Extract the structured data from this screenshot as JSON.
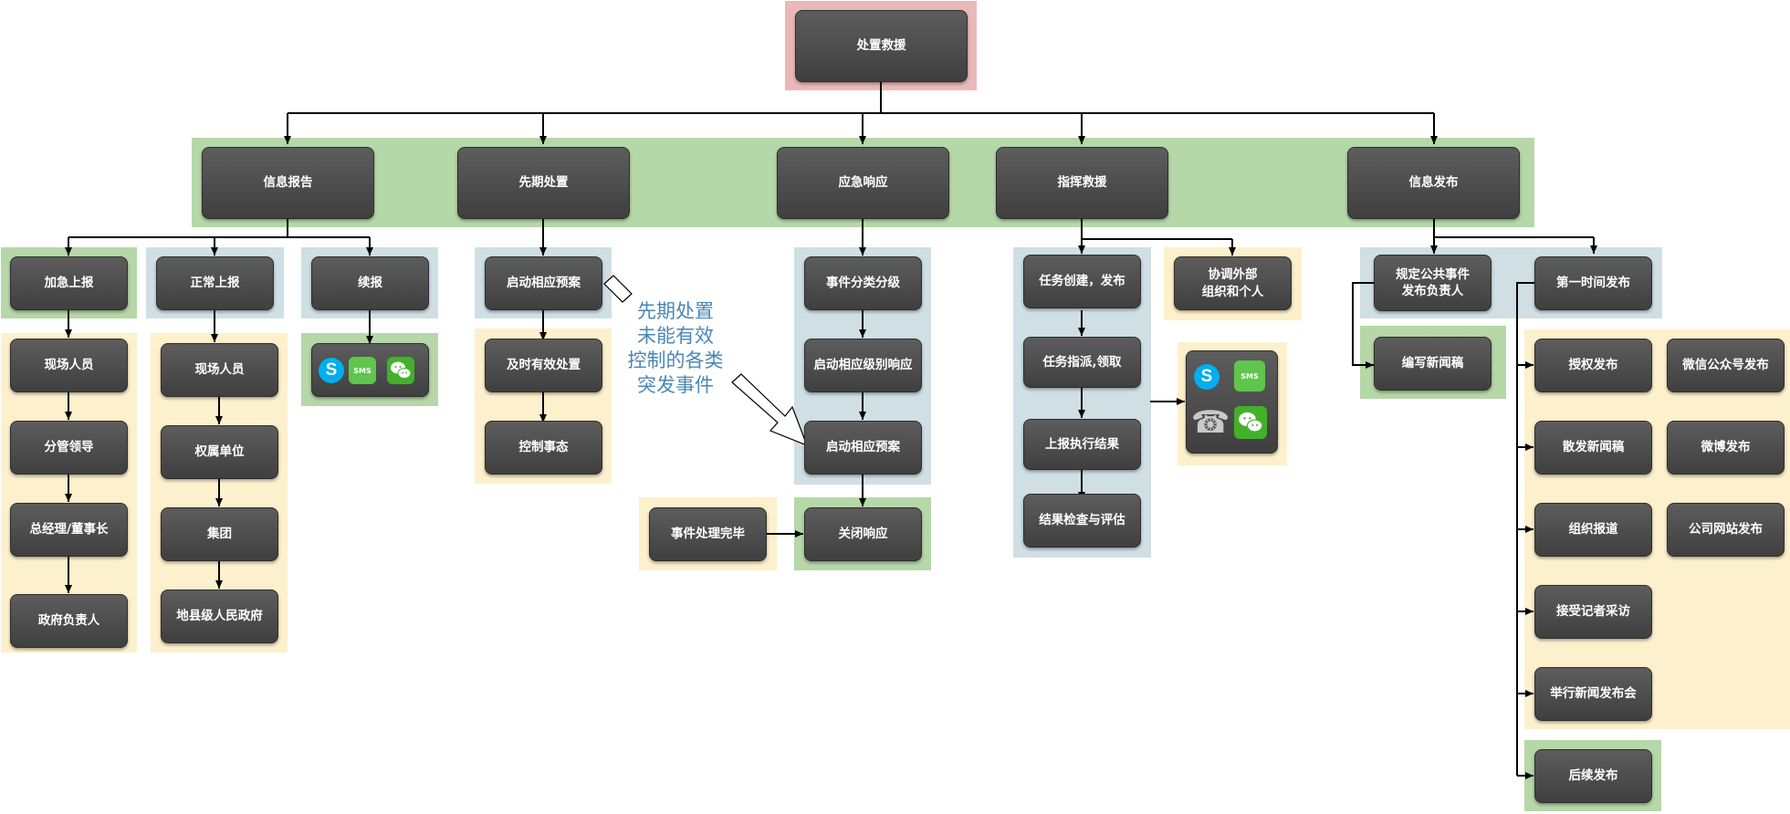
{
  "nodes": {
    "root": "处置救援",
    "l1_info_report": "信息报告",
    "l1_early_disposal": "先期处置",
    "l1_emergency_response": "应急响应",
    "l1_command_rescue": "指挥救援",
    "l1_info_release": "信息发布",
    "urgent_report": "加急上报",
    "normal_report": "正常上报",
    "follow_report": "续报",
    "urgent_chain": [
      "现场人员",
      "分管领导",
      "总经理/董事长",
      "政府负责人"
    ],
    "normal_chain": [
      "现场人员",
      "权属单位",
      "集团",
      "地县级人民政府"
    ],
    "early_chain": [
      "启动相应预案",
      "及时有效处置",
      "控制事态"
    ],
    "response_chain": [
      "事件分类分级",
      "启动相应级别响应",
      "启动相应预案",
      "关闭响应"
    ],
    "event_done": "事件处理完毕",
    "command_chain": [
      "任务创建，发布",
      "任务指派,领取",
      "上报执行结果",
      "结果检查与评估"
    ],
    "coordinate": "协调外部\n组织和个人",
    "release_left": [
      "规定公共事件\n发布负责人",
      "编写新闻稿"
    ],
    "release_first": "第一时间发布",
    "release_list": [
      "授权发布",
      "散发新闻稿",
      "组织报道",
      "接受记者采访",
      "举行新闻发布会",
      "后续发布"
    ],
    "release_channels": [
      "微信公众号发布",
      "微博发布",
      "公司网站发布"
    ]
  },
  "annotation": "先期处置\n未能有效\n控制的各类\n突发事件",
  "icons": [
    "skype-icon",
    "sms-icon",
    "wechat-icon",
    "phone-icon"
  ],
  "colors": {
    "root_bg": "#e9b9b7",
    "green_bg": "#b6d7a8",
    "blue_bg": "#cfdfe4",
    "yellow_bg": "#fdf0cc",
    "node_fill": "#4f4f4f",
    "annotation": "#4a86b8"
  }
}
